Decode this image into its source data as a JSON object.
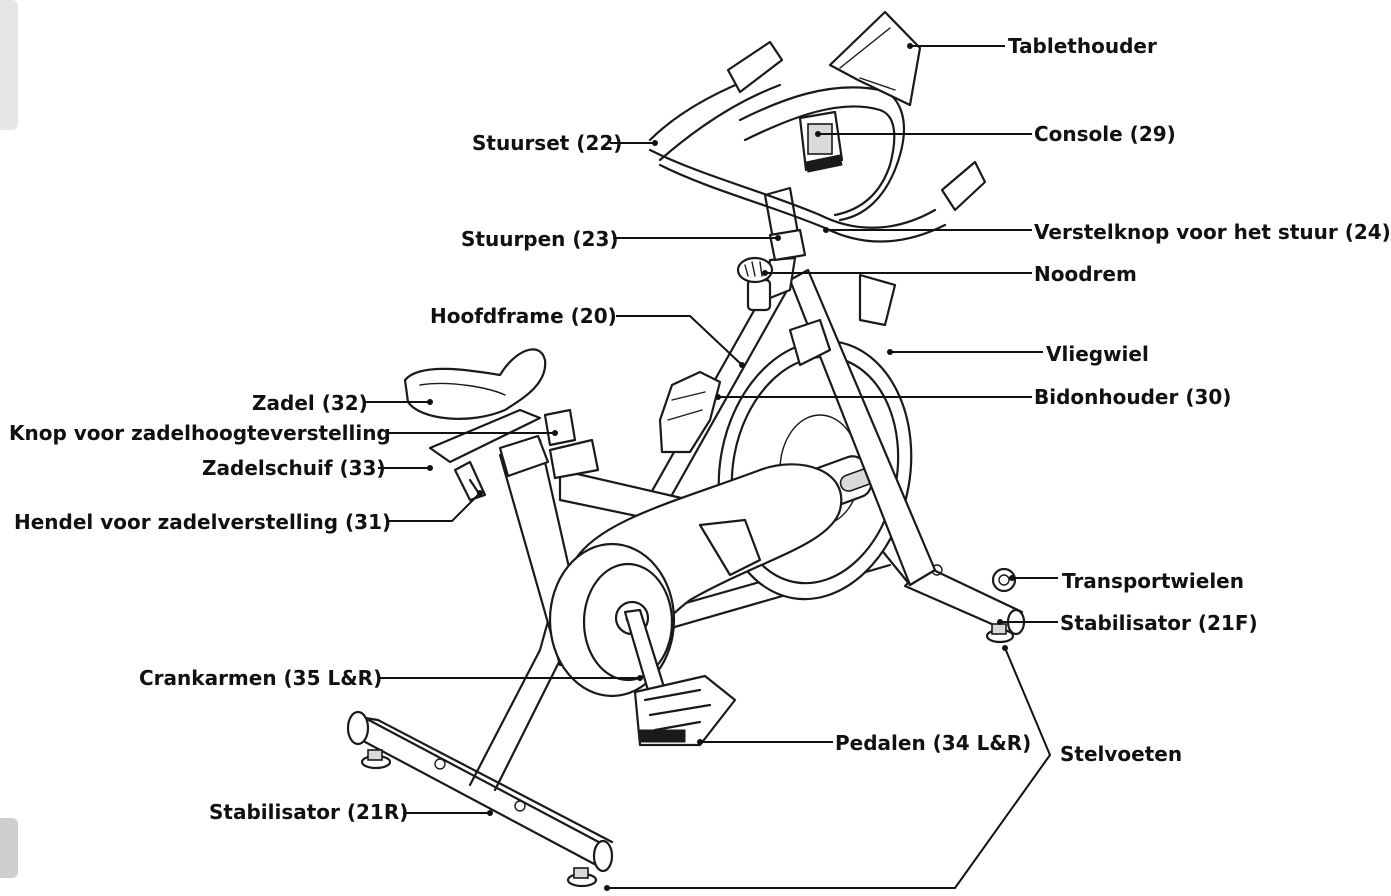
{
  "labels": {
    "tablethouder": "Tablethouder",
    "console": "Console (29)",
    "stuurset": "Stuurset (22)",
    "stuurpen": "Stuurpen (23)",
    "verstelknop": "Verstelknop voor het stuur (24)",
    "noodrem": "Noodrem",
    "hoofdframe": "Hoofdframe (20)",
    "vliegwiel": "Vliegwiel",
    "bidonhouder": "Bidonhouder (30)",
    "zadel": "Zadel (32)",
    "knop_zadel": "Knop voor zadelhoogteverstelling",
    "zadelschuif": "Zadelschuif (33)",
    "hendel": "Hendel voor zadelverstelling (31)",
    "transportwielen": "Transportwielen",
    "stabilisator_f": "Stabilisator (21F)",
    "crankarmen": "Crankarmen (35 L&R)",
    "pedalen": "Pedalen (34 L&R)",
    "stelvoeten": "Stelvoeten",
    "stabilisator_r": "Stabilisator (21R)"
  },
  "colors": {
    "line": "#1a1a1a",
    "text": "#111111",
    "page_tab": "#e6e6e6"
  }
}
